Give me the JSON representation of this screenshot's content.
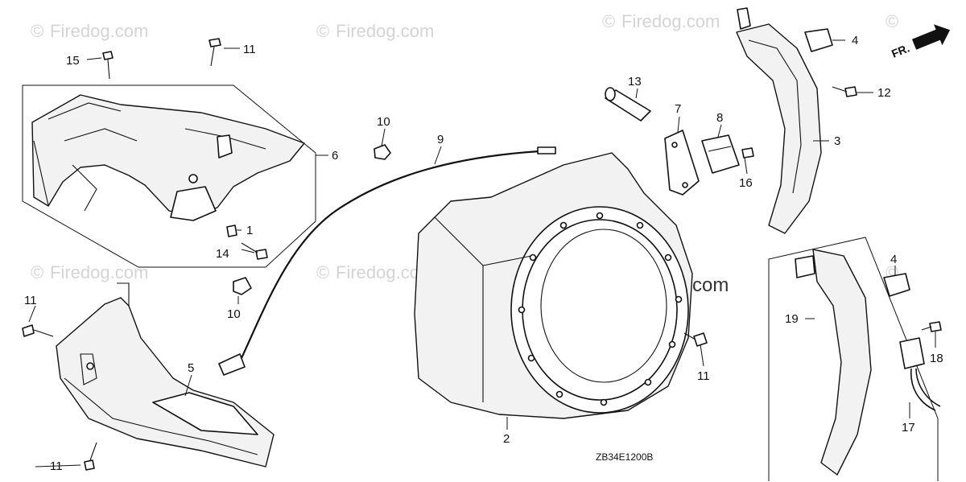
{
  "watermarks": {
    "corner_text": "Firedog.com",
    "center_text": "Firedog.com",
    "copyright_symbol": "©"
  },
  "diagram_code": "ZB34E1200B",
  "direction_marker": {
    "label": "FR.",
    "icon": "front-direction-arrow-icon"
  },
  "callouts": {
    "c1": "1",
    "c2": "2",
    "c3": "3",
    "c4a": "4",
    "c4b": "4",
    "c5": "5",
    "c6": "6",
    "c7": "7",
    "c8": "8",
    "c9": "9",
    "c10a": "10",
    "c10b": "10",
    "c11a": "11",
    "c11b": "11",
    "c11c": "11",
    "c11d": "11",
    "c12": "12",
    "c13": "13",
    "c14": "14",
    "c15": "15",
    "c16": "16",
    "c17": "17",
    "c18": "18",
    "c19": "19"
  },
  "colors": {
    "line": "#111111",
    "watermark": "#d4d4d4",
    "background": "#ffffff"
  }
}
